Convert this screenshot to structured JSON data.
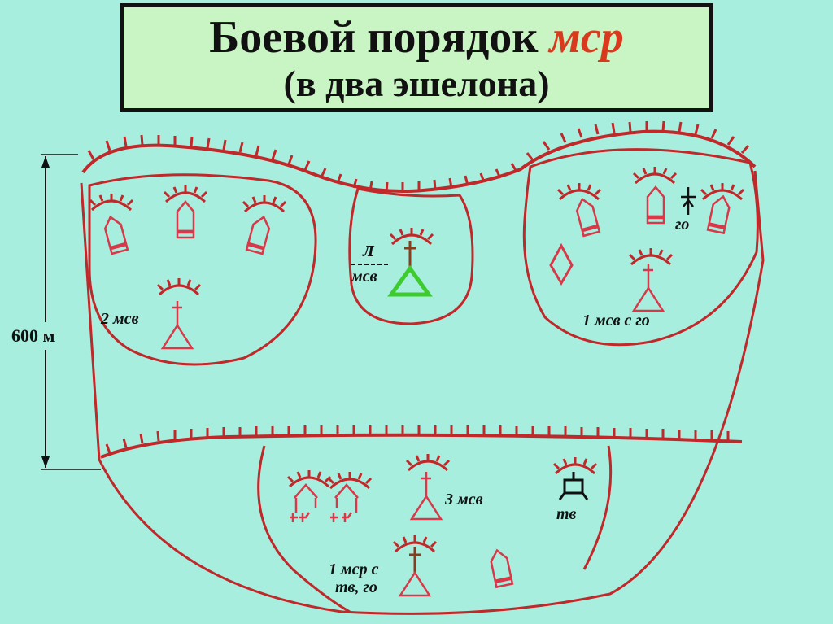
{
  "title": {
    "main": "Боевой порядок",
    "accent": "мср",
    "subtitle": "(в два эшелона)"
  },
  "depth_label": "600 м",
  "units": {
    "msv2": "2 мсв",
    "msv1": "1 мсв с го",
    "go": "го",
    "lmsv_top": "Л",
    "lmsv_bottom": "мсв",
    "msv3": "3 мсв",
    "tv": "тв",
    "msr1_line1": "1 мср с",
    "msr1_line2": "тв, го"
  },
  "colors": {
    "background": "#a7eedf",
    "title_bg": "#c9f5c4",
    "border": "#c0282a",
    "symbol": "#d83848",
    "accent": "#d93a1d",
    "green": "#3ecb2e",
    "brown": "#8a3c1e"
  }
}
